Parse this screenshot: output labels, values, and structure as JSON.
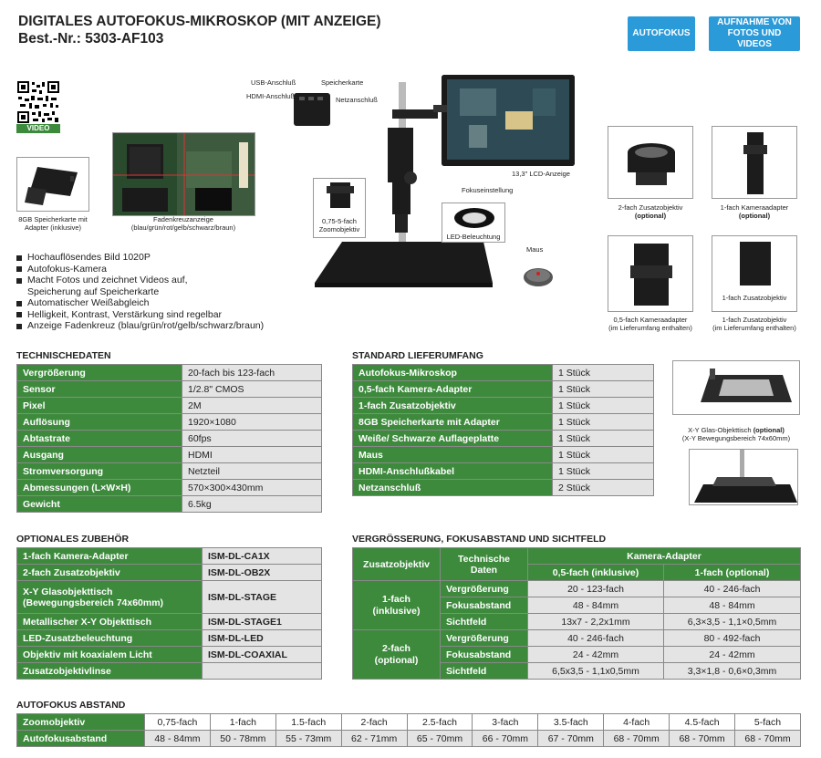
{
  "header": {
    "title": "DIGITALES AUTOFOKUS-MIKROSKOP (MIT ANZEIGE)",
    "order_no": "Best.-Nr.: 5303-AF103",
    "btn_autofokus": "AUTOFOKUS",
    "btn_aufnahme": "AUFNAHME VON FOTOS UND VIDEOS"
  },
  "qr": {
    "video_label": "VIDEO"
  },
  "images": {
    "speicherkarte_label": "8GB Speicherkarte mit Adapter (inklusive)",
    "fadenkreuz_label": "Fadenkreuzanzeige (blau/grün/rot/gelb/schwarz/braun)",
    "usb": "USB-Anschluß",
    "speicherkarte": "Speicherkarte",
    "hdmi": "HDMI-Anschluß",
    "netz": "Netzanschluß",
    "lcd": "13,3\" LCD-Anzeige",
    "fokus": "Fokuseinstellung",
    "zoom": "0,75-5-fach Zoomobjektiv",
    "led": "LED-Beleuchtung",
    "maus": "Maus",
    "acc1": "2-fach Zusatzobjektiv",
    "acc1b": "(optional)",
    "acc2": "1-fach Kameraadapter",
    "acc2b": "(optional)",
    "acc3": "0,5-fach Kameraadapter",
    "acc3b": "(im Lieferumfang enthalten)",
    "acc4": "1-fach Zusatzobjektiv",
    "acc4b": "(im Lieferumfang enthalten)",
    "acc4in": "1-fach Zusatzobjektiv",
    "stage": "X-Y Glas-Objekttisch",
    "stage_b": "(optional)",
    "stage_c": "(X-Y Bewegungsbereich 74x60mm)"
  },
  "features": [
    "Hochauflösendes Bild 1020P",
    "Autofokus-Kamera",
    "Macht Fotos und zeichnet Videos auf,",
    "Speicherung auf Speicherkarte",
    "Automatischer Weißabgleich",
    "Helligkeit, Kontrast, Verstärkung sind regelbar",
    "Anzeige Fadenkreuz (blau/grün/rot/gelb/schwarz/braun)"
  ],
  "tech": {
    "heading": "TECHNISCHEDATEN",
    "rows": [
      [
        "Vergrößerung",
        "20-fach bis 123-fach"
      ],
      [
        "Sensor",
        "1/2.8\" CMOS"
      ],
      [
        "Pixel",
        "2M"
      ],
      [
        "Auflösung",
        "1920×1080"
      ],
      [
        "Abtastrate",
        "60fps"
      ],
      [
        "Ausgang",
        "HDMI"
      ],
      [
        "Stromversorgung",
        "Netzteil"
      ],
      [
        "Abmessungen (L×W×H)",
        "570×300×430mm"
      ],
      [
        "Gewicht",
        "6.5kg"
      ]
    ]
  },
  "scope": {
    "heading": "STANDARD LIEFERUMFANG",
    "rows": [
      [
        "Autofokus-Mikroskop",
        "1 Stück"
      ],
      [
        "0,5-fach Kamera-Adapter",
        "1 Stück"
      ],
      [
        "1-fach Zusatzobjektiv",
        "1 Stück"
      ],
      [
        "8GB Speicherkarte mit Adapter",
        "1 Stück"
      ],
      [
        "Weiße/ Schwarze Auflageplatte",
        "1 Stück"
      ],
      [
        "Maus",
        "1 Stück"
      ],
      [
        "HDMI-Anschlußkabel",
        "1 Stück"
      ],
      [
        "Netzanschluß",
        "2 Stück"
      ]
    ]
  },
  "optional": {
    "heading": "OPTIONALES ZUBEHÖR",
    "rows": [
      [
        "1-fach Kamera-Adapter",
        "ISM-DL-CA1X"
      ],
      [
        "2-fach Zusatzobjektiv",
        "ISM-DL-OB2X"
      ],
      [
        "X-Y Glasobjekttisch",
        "(Bewegungsbereich 74x60mm)",
        "ISM-DL-STAGE"
      ],
      [
        "Metallischer X-Y Objekttisch",
        "ISM-DL-STAGE1"
      ],
      [
        "LED-Zusatzbeleuchtung",
        "ISM-DL-LED"
      ],
      [
        "Objektiv mit koaxialem Licht",
        "ISM-DL-COAXIAL"
      ],
      [
        "Zusatzobjektivlinse",
        ""
      ]
    ]
  },
  "magnif": {
    "heading": "VERGRÖSSERUNG, FOKUSABSTAND UND SICHTFELD",
    "h_zusatz": "Zusatzobjektiv",
    "h_tech1": "Technische",
    "h_tech2": "Daten",
    "h_adapter": "Kamera-Adapter",
    "h_05": "0,5-fach (inklusive)",
    "h_1": "1-fach (optional)",
    "g1a": "1-fach",
    "g1b": "(inklusive)",
    "g2a": "2-fach",
    "g2b": "(optional)",
    "rows": [
      [
        "Vergrößerung",
        "20 - 123-fach",
        "40 - 246-fach"
      ],
      [
        "Fokusabstand",
        "48 - 84mm",
        "48 - 84mm"
      ],
      [
        "Sichtfeld",
        "13x7 - 2,2x1mm",
        "6,3×3,5 - 1,1×0,5mm"
      ],
      [
        "Vergrößerung",
        "40 - 246-fach",
        "80 - 492-fach"
      ],
      [
        "Fokusabstand",
        "24 - 42mm",
        "24 - 42mm"
      ],
      [
        "Sichtfeld",
        "6,5x3,5 - 1,1x0,5mm",
        "3,3×1,8 - 0,6×0,3mm"
      ]
    ]
  },
  "af": {
    "heading": "AUTOFOKUS ABSTAND",
    "row1_label": "Zoomobjektiv",
    "row2_label": "Autofokusabstand",
    "zoom": [
      "0,75-fach",
      "1-fach",
      "1.5-fach",
      "2-fach",
      "2.5-fach",
      "3-fach",
      "3.5-fach",
      "4-fach",
      "4.5-fach",
      "5-fach"
    ],
    "dist": [
      "48 - 84mm",
      "50 - 78mm",
      "55 - 73mm",
      "62 - 71mm",
      "65 - 70mm",
      "66 - 70mm",
      "67 - 70mm",
      "68 - 70mm",
      "68 - 70mm",
      "68 - 70mm"
    ]
  },
  "colors": {
    "accent_blue": "#2b9ad8",
    "table_green": "#3d8a3d",
    "cell_grey": "#e4e4e4"
  }
}
